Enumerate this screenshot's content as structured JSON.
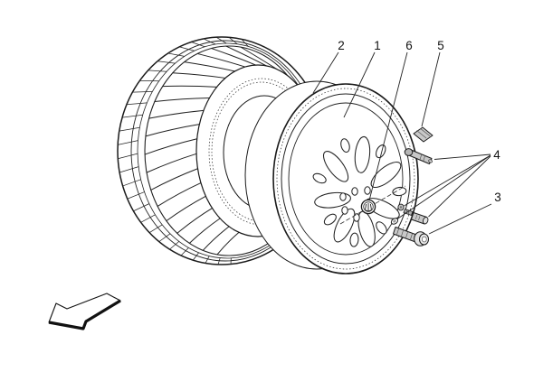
{
  "figure": {
    "callouts": {
      "c1": "1",
      "c2": "2",
      "c3": "3",
      "c4": "4",
      "c5": "5",
      "c6": "6"
    }
  },
  "colors": {
    "line": "#1a1a1a",
    "background": "#ffffff",
    "part_fill": "#c8c8c8",
    "part_fill_dark": "#b5b5b5",
    "part_fill_light": "#e2e2e2"
  }
}
